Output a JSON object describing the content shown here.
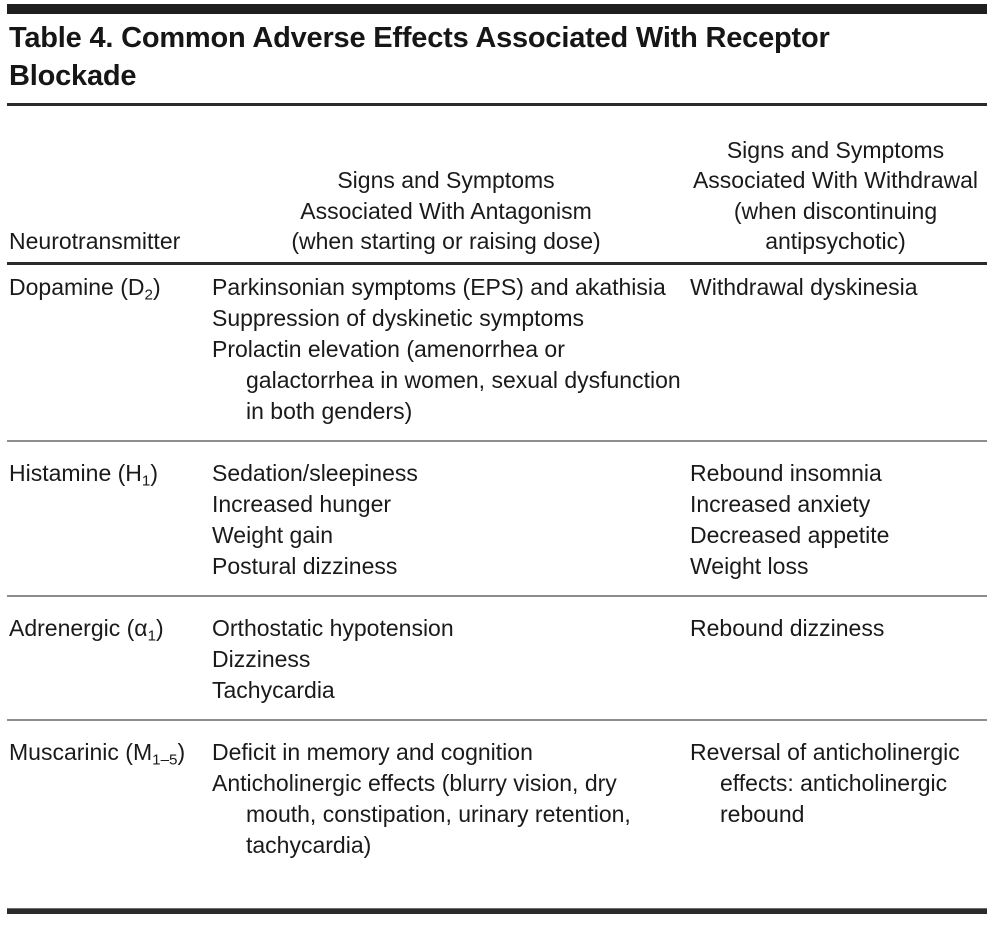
{
  "table": {
    "title": "Table 4. Common Adverse Effects Associated With Receptor Blockade",
    "columns": [
      {
        "header": "Neurotransmitter"
      },
      {
        "header": "Signs and Symptoms\nAssociated With Antagonism\n(when starting or raising dose)"
      },
      {
        "header": "Signs and Symptoms\nAssociated With Withdrawal\n(when discontinuing\nantipsychotic)"
      }
    ],
    "rows": [
      {
        "neurotransmitter": "Dopamine (D2)",
        "neurotransmitter_base": "Dopamine (D",
        "neurotransmitter_sub": "2",
        "neurotransmitter_tail": ")",
        "antagonism": [
          "Parkinsonian symptoms (EPS) and akathisia",
          "Suppression of dyskinetic symptoms",
          "Prolactin elevation (amenorrhea or galactorrhea in women, sexual dysfunction in both genders)"
        ],
        "withdrawal": [
          "Withdrawal dyskinesia"
        ]
      },
      {
        "neurotransmitter": "Histamine (H1)",
        "neurotransmitter_base": "Histamine (H",
        "neurotransmitter_sub": "1",
        "neurotransmitter_tail": ")",
        "antagonism": [
          "Sedation/sleepiness",
          "Increased hunger",
          "Weight gain",
          "Postural dizziness"
        ],
        "withdrawal": [
          "Rebound insomnia",
          "Increased anxiety",
          "Decreased appetite",
          "Weight loss"
        ]
      },
      {
        "neurotransmitter": "Adrenergic (α1)",
        "neurotransmitter_base": "Adrenergic (α",
        "neurotransmitter_sub": "1",
        "neurotransmitter_tail": ")",
        "antagonism": [
          "Orthostatic hypotension",
          "Dizziness",
          "Tachycardia"
        ],
        "withdrawal": [
          "Rebound dizziness"
        ]
      },
      {
        "neurotransmitter": "Muscarinic (M1–5)",
        "neurotransmitter_base": "Muscarinic (M",
        "neurotransmitter_sub": "1–5",
        "neurotransmitter_tail": ")",
        "antagonism": [
          "Deficit in memory and cognition",
          "Anticholinergic effects (blurry vision, dry mouth, constipation, urinary retention, tachycardia)"
        ],
        "withdrawal": [
          "Reversal of anticholinergic effects: anticholinergic rebound"
        ]
      }
    ]
  },
  "style": {
    "rule_dark": "#2b2b2b",
    "rule_light": "#8d8d8d",
    "text_color": "#1a1a1a",
    "background": "#ffffff"
  }
}
